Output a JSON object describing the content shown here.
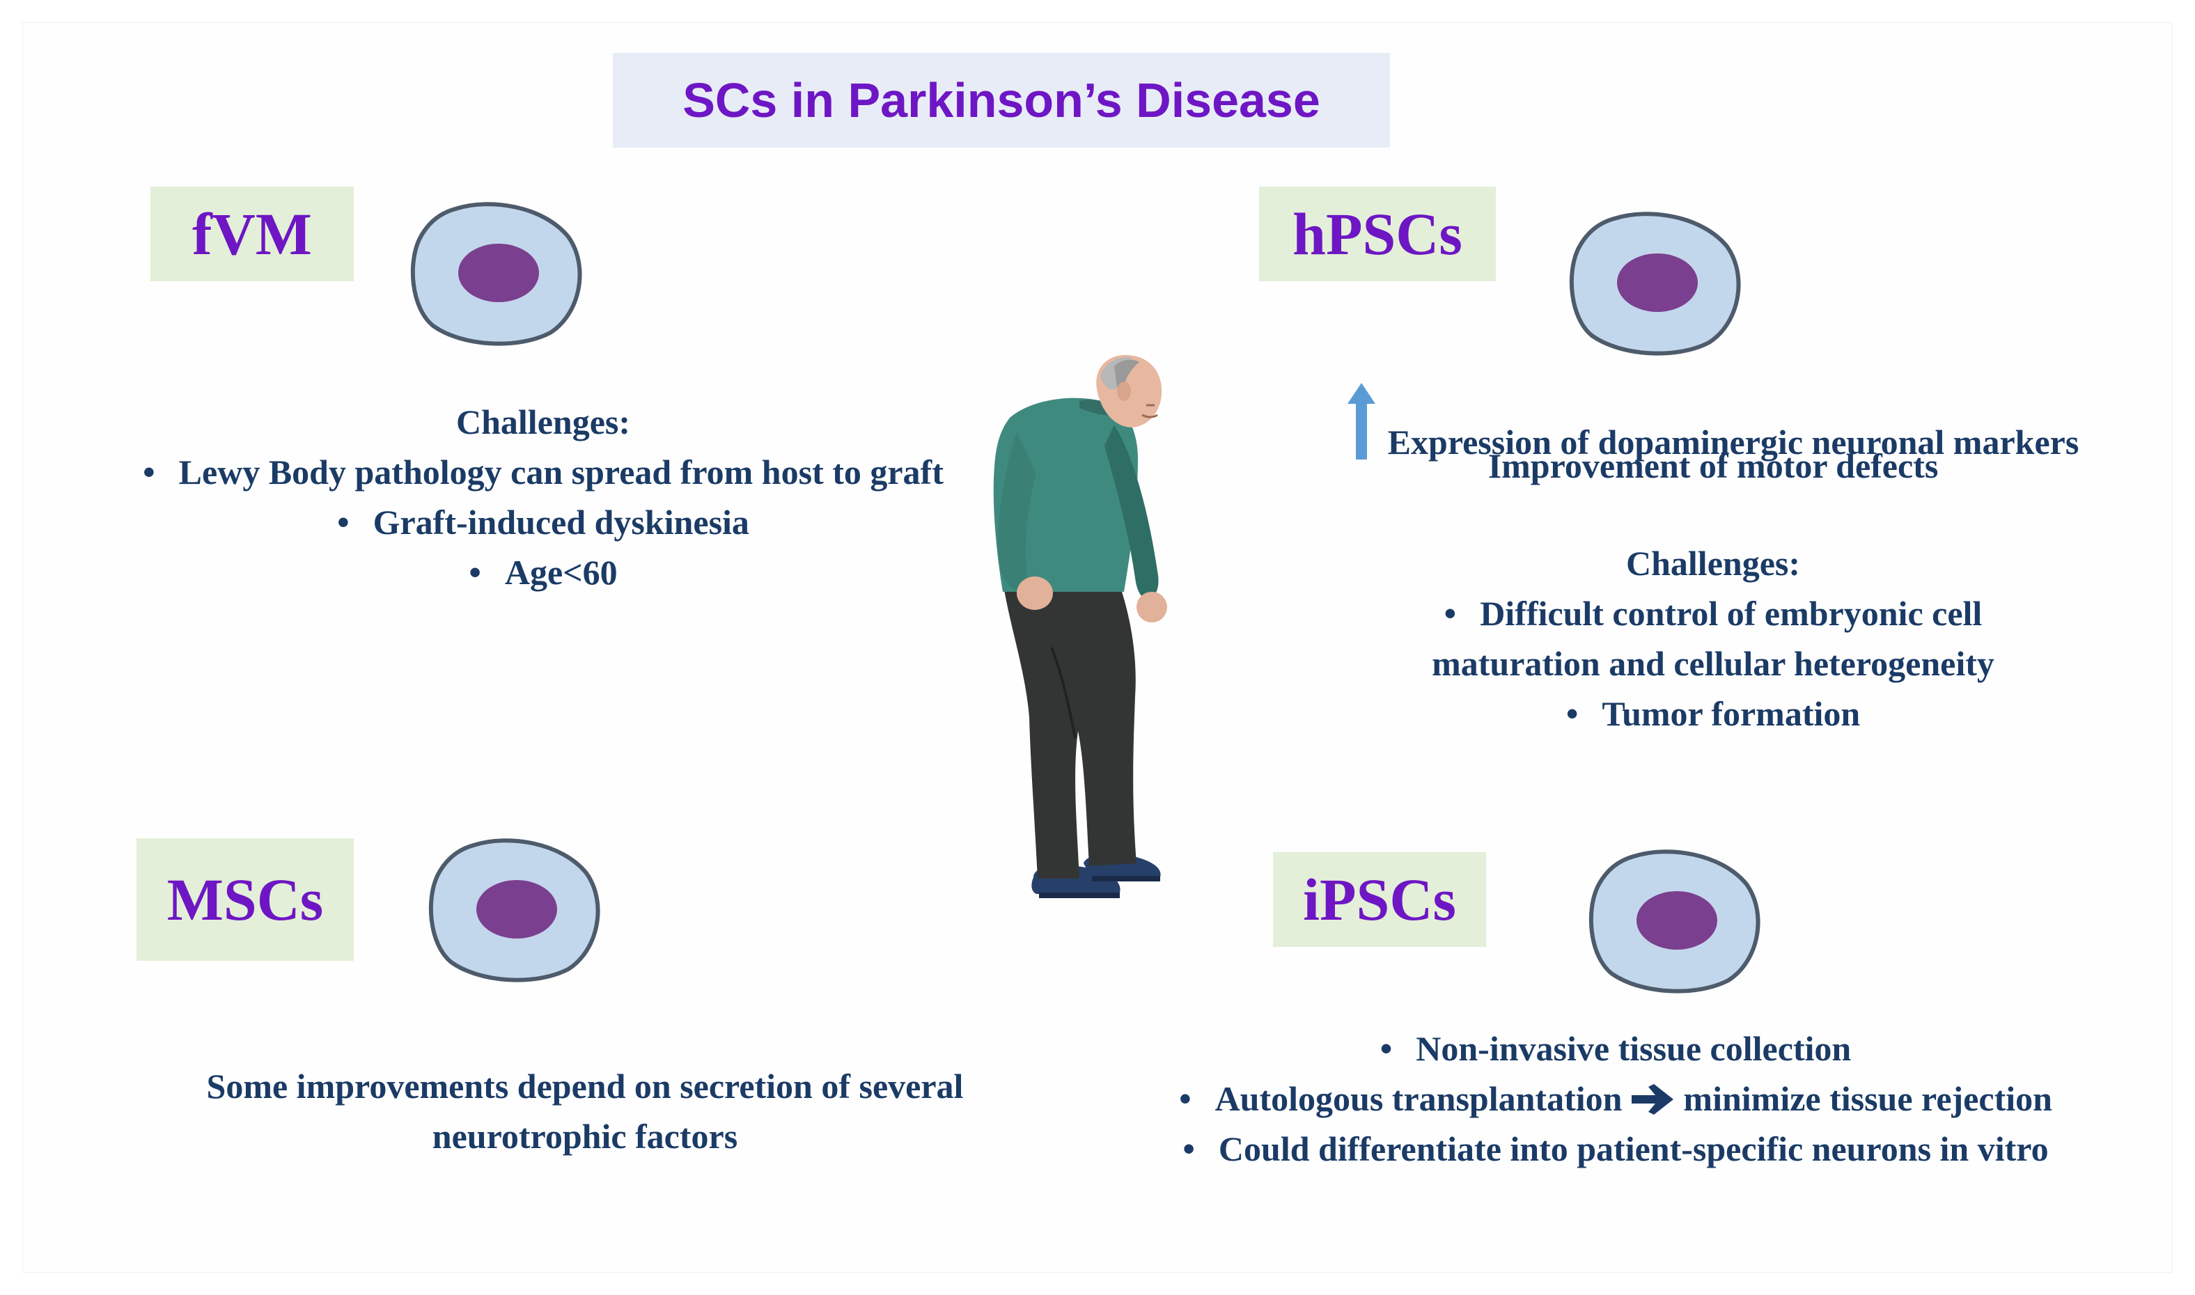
{
  "title": "SCs in Parkinson’s Disease",
  "colors": {
    "title_text": "#6e16c4",
    "title_box": "#e7ecf7",
    "label_box": "#e3efd8",
    "body_text": "#1b3b66",
    "cell_body": "#c3d7ec",
    "cell_nucleus": "#7b3f8f",
    "arrow": "#5b9bd5"
  },
  "bullet": "•",
  "fvm": {
    "label": "fVM",
    "heading": "Challenges:",
    "items": [
      "Lewy Body pathology can spread from host to graft",
      "Graft-induced dyskinesia",
      "Age<60"
    ]
  },
  "hpscs": {
    "label": "hPSCs",
    "effects": [
      "Expression of dopaminergic neuronal markers",
      "Improvement of motor defects"
    ],
    "heading": "Challenges:",
    "items": [
      "Difficult control of embryonic cell",
      "maturation and cellular heterogeneity",
      "Tumor formation"
    ]
  },
  "mscs": {
    "label": "MSCs",
    "lines": [
      "Some improvements depend on secretion of  several",
      "neurotrophic factors"
    ]
  },
  "ipscs": {
    "label": "iPSCs",
    "item1": "Non-invasive tissue collection",
    "item2_a": "Autologous transplantation",
    "item2_b": "minimize tissue rejection",
    "item3": "Could differentiate into patient-specific neurons in vitro"
  }
}
